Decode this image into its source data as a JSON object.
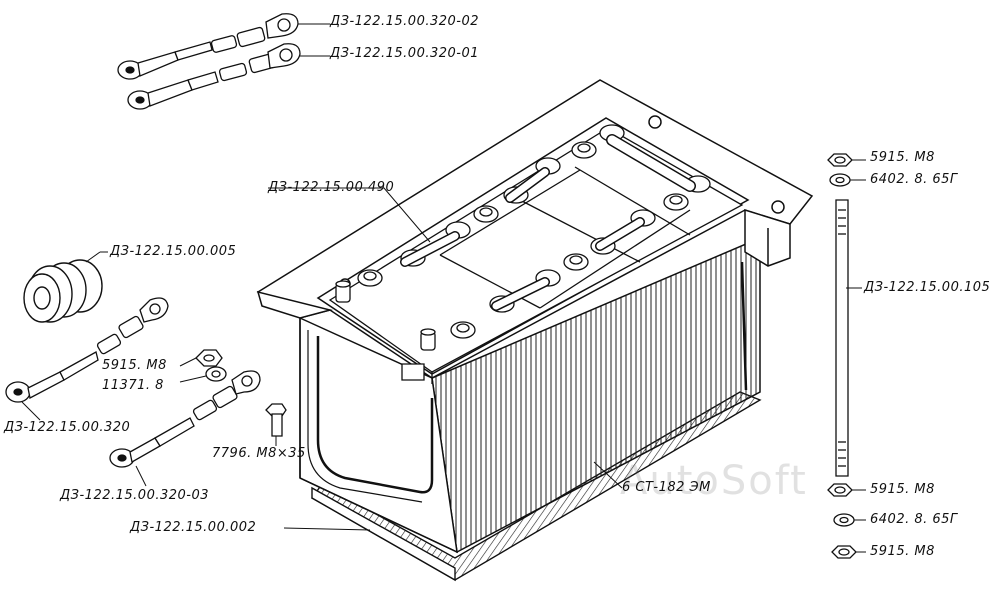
{
  "labels": {
    "wire_320_02": "ДЗ-122.15.00.320-02",
    "wire_320_01": "ДЗ-122.15.00.320-01",
    "frame_490": "ДЗ-122.15.00.490",
    "clamp_005": "ДЗ-122.15.00.005",
    "rod_105": "ДЗ-122.15.00.105",
    "nut_5915_top": "5915. М8",
    "washer_6402_top": "6402. 8. 65Г",
    "nut_5915_mid": "5915. М8",
    "washer_11371": "11371. 8",
    "bolt_7796": "7796. М8×35",
    "wire_320": "ДЗ-122.15.00.320",
    "wire_320_03": "ДЗ-122.15.00.320-03",
    "tray_002": "ДЗ-122.15.00.002",
    "battery": "6 СТ-182 ЭМ",
    "nut_5915_r1": "5915. М8",
    "washer_6402_r": "6402. 8. 65Г",
    "nut_5915_r2": "5915. М8"
  },
  "watermark": "AutoSoft",
  "colors": {
    "ink": "#111111",
    "paper": "#ffffff",
    "watermark": "#bdbdbd"
  }
}
